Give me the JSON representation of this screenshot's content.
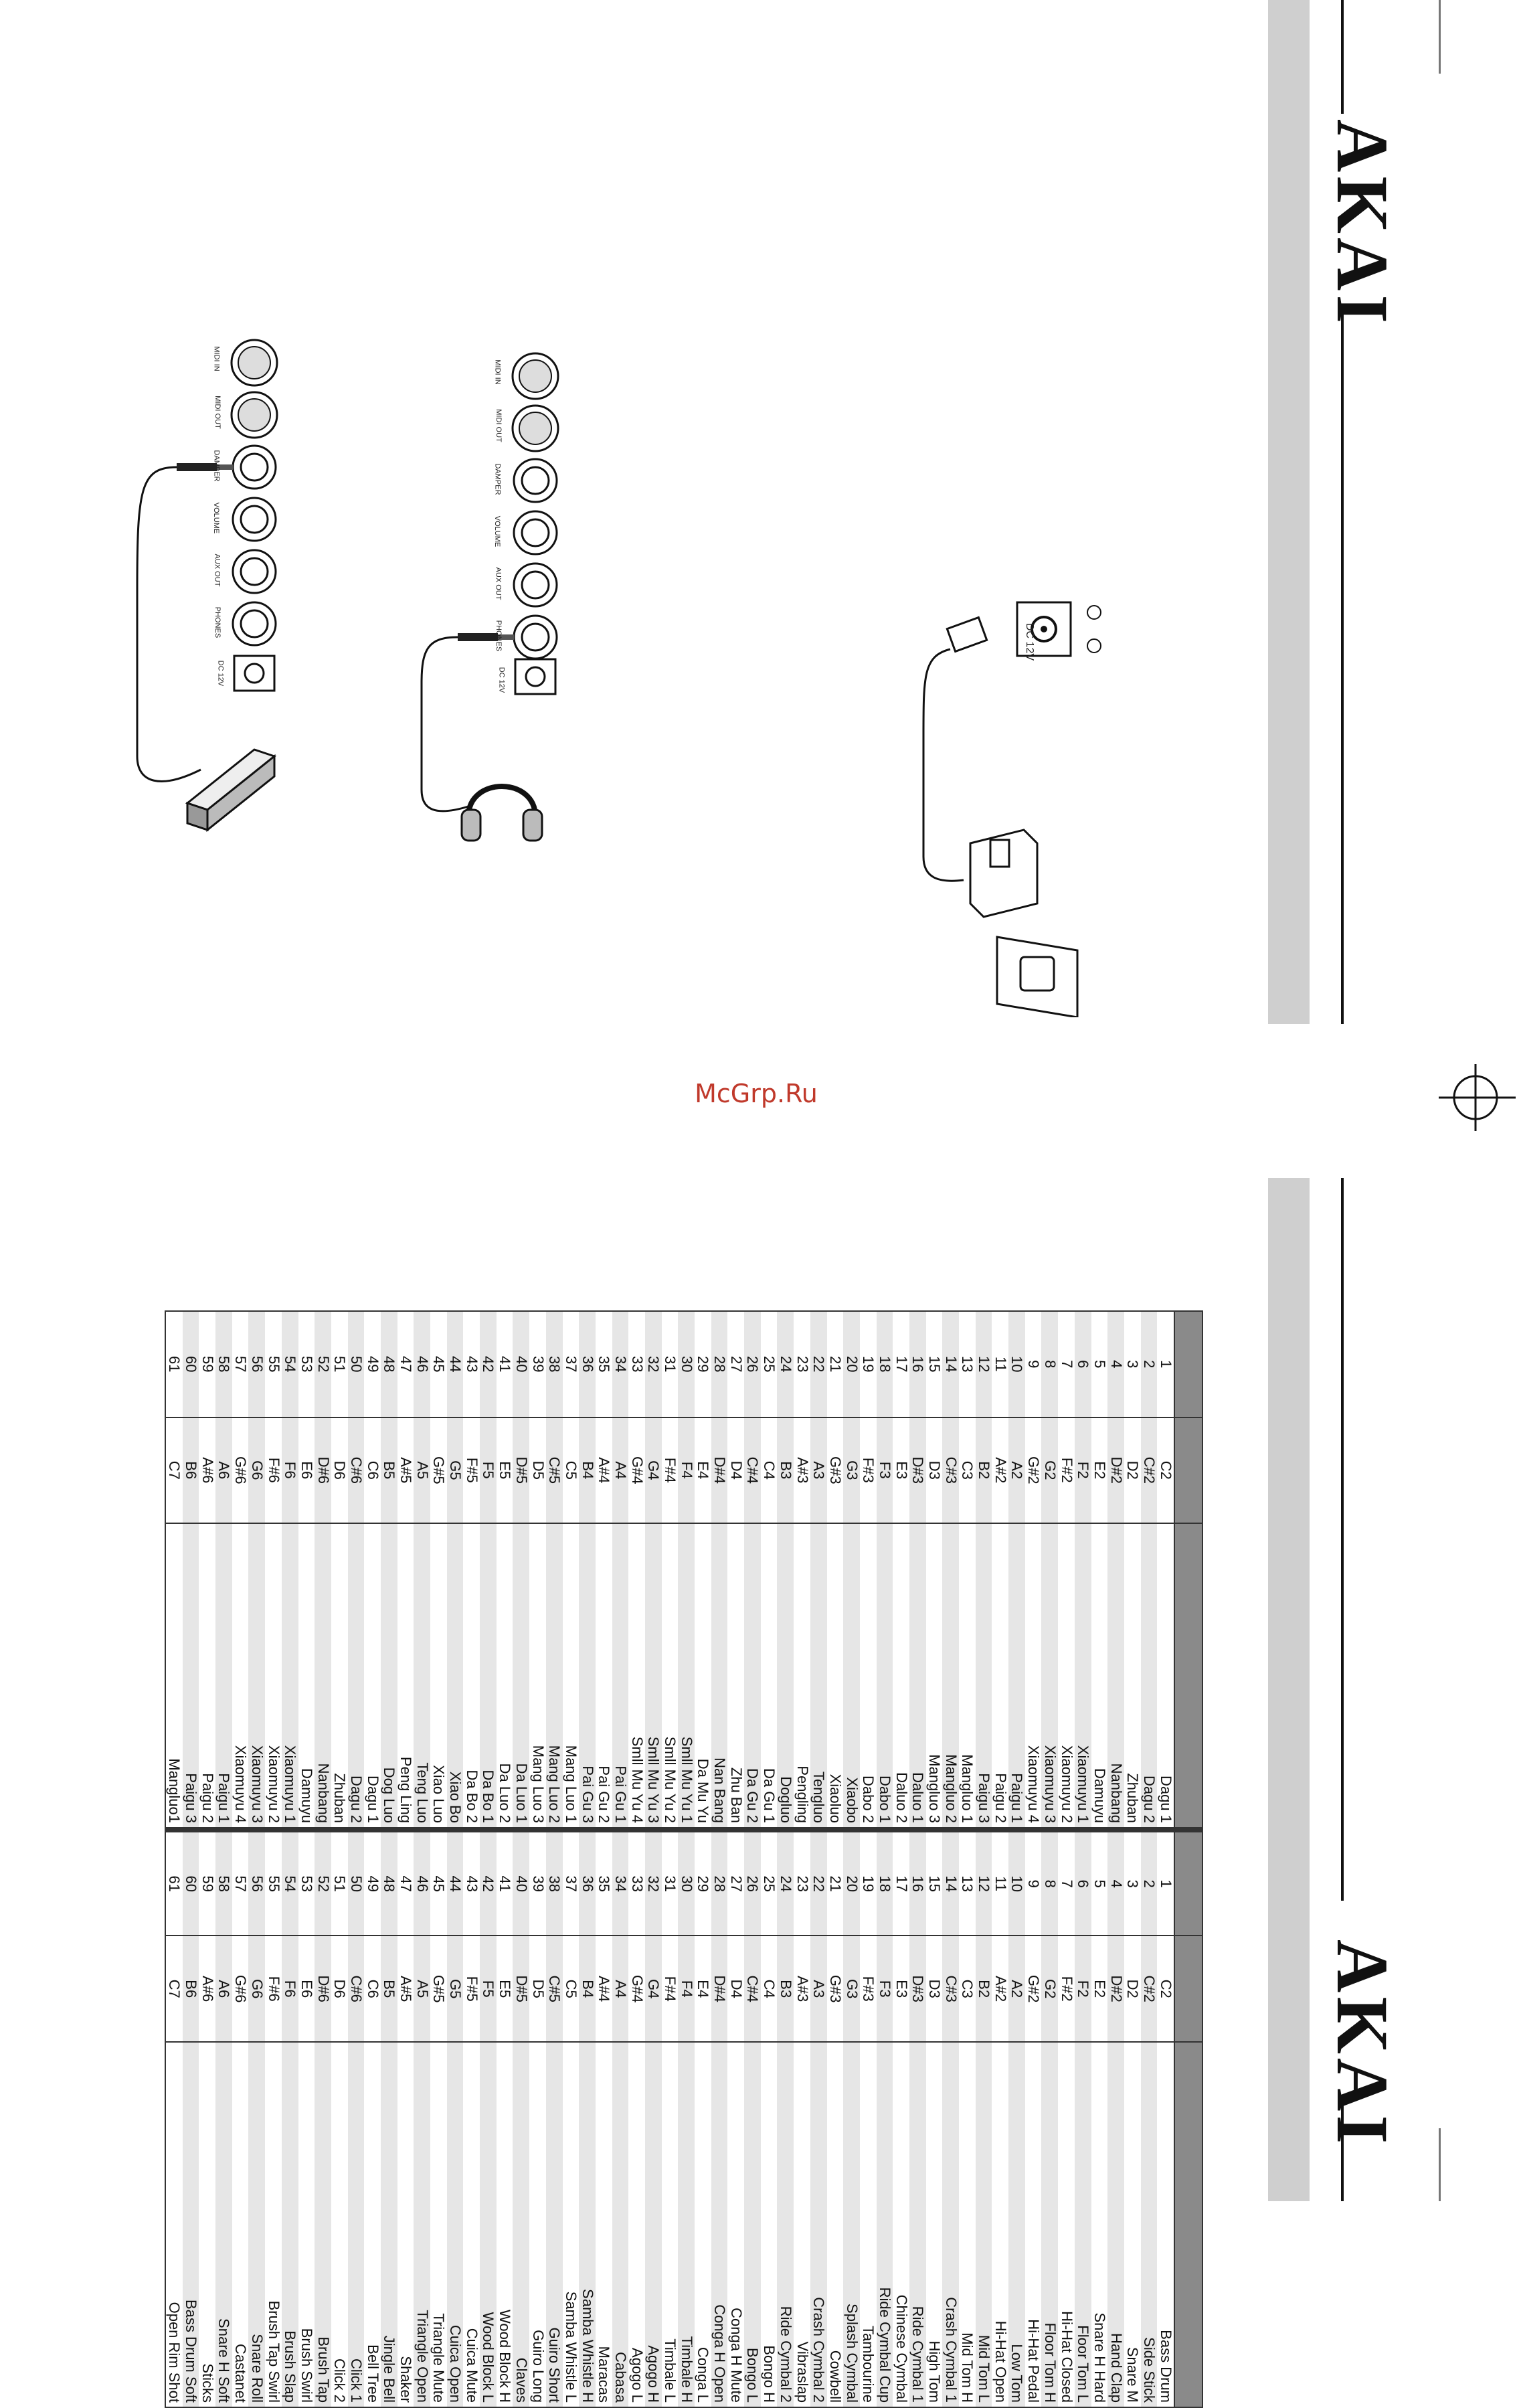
{
  "brand": {
    "name": "AKAI"
  },
  "watermark": "McGrp.Ru",
  "panel_labels": [
    "MIDI IN",
    "MIDI OUT",
    "DAMPER",
    "VOLUME",
    "AUX OUT",
    "PHONES",
    "DC 12V"
  ],
  "power_label": "DC 12V",
  "table": {
    "rows": [
      {
        "n": "1",
        "note": "C2",
        "cn": "Dagu 1",
        "gm": "Bass Drum"
      },
      {
        "n": "2",
        "note": "C#2",
        "cn": "Dagu 2",
        "gm": "Side Stick"
      },
      {
        "n": "3",
        "note": "D2",
        "cn": "Zhuban",
        "gm": "Snare M"
      },
      {
        "n": "4",
        "note": "D#2",
        "cn": "Nanbang",
        "gm": "Hand Clap"
      },
      {
        "n": "5",
        "note": "E2",
        "cn": "Damuyu",
        "gm": "Snare H Hard"
      },
      {
        "n": "6",
        "note": "F2",
        "cn": "Xiaomuyu 1",
        "gm": "Floor Tom L"
      },
      {
        "n": "7",
        "note": "F#2",
        "cn": "Xiaomuyu 2",
        "gm": "Hi-Hat Closed"
      },
      {
        "n": "8",
        "note": "G2",
        "cn": "Xiaomuyu 3",
        "gm": "Floor Tom H"
      },
      {
        "n": "9",
        "note": "G#2",
        "cn": "Xiaomuyu 4",
        "gm": "Hi-Hat Pedal"
      },
      {
        "n": "10",
        "note": "A2",
        "cn": "Paigu 1",
        "gm": "Low Tom"
      },
      {
        "n": "11",
        "note": "A#2",
        "cn": "Paigu 2",
        "gm": "Hi-Hat Open"
      },
      {
        "n": "12",
        "note": "B2",
        "cn": "Paigu 3",
        "gm": "Mid Tom L"
      },
      {
        "n": "13",
        "note": "C3",
        "cn": "Mangluo 1",
        "gm": "Mid Tom H"
      },
      {
        "n": "14",
        "note": "C#3",
        "cn": "Mangluo 2",
        "gm": "Crash Cymbal 1"
      },
      {
        "n": "15",
        "note": "D3",
        "cn": "Mangluo 3",
        "gm": "High Tom"
      },
      {
        "n": "16",
        "note": "D#3",
        "cn": "Daluo 1",
        "gm": "Ride Cymbal 1"
      },
      {
        "n": "17",
        "note": "E3",
        "cn": "Daluo 2",
        "gm": "Chinese Cymbal"
      },
      {
        "n": "18",
        "note": "F3",
        "cn": "Dabo 1",
        "gm": "Ride Cymbal Cup"
      },
      {
        "n": "19",
        "note": "F#3",
        "cn": "Dabo 2",
        "gm": "Tambourine"
      },
      {
        "n": "20",
        "note": "G3",
        "cn": "Xiaobo",
        "gm": "Splash Cymbal"
      },
      {
        "n": "21",
        "note": "G#3",
        "cn": "Xiaoluo",
        "gm": "Cowbell"
      },
      {
        "n": "22",
        "note": "A3",
        "cn": "Tengluo",
        "gm": "Crash Cymbal 2"
      },
      {
        "n": "23",
        "note": "A#3",
        "cn": "Pengling",
        "gm": "Vibraslap"
      },
      {
        "n": "24",
        "note": "B3",
        "cn": "Dogluo",
        "gm": "Ride Cymbal 2"
      },
      {
        "n": "25",
        "note": "C4",
        "cn": "Da Gu 1",
        "gm": "Bongo H"
      },
      {
        "n": "26",
        "note": "C#4",
        "cn": "Da Gu 2",
        "gm": "Bongo L"
      },
      {
        "n": "27",
        "note": "D4",
        "cn": "Zhu Ban",
        "gm": "Conga H Mute"
      },
      {
        "n": "28",
        "note": "D#4",
        "cn": "Nan Bang",
        "gm": "Conga H Open"
      },
      {
        "n": "29",
        "note": "E4",
        "cn": "Da Mu Yu",
        "gm": "Conga L"
      },
      {
        "n": "30",
        "note": "F4",
        "cn": "Smll Mu Yu 1",
        "gm": "Timbale H"
      },
      {
        "n": "31",
        "note": "F#4",
        "cn": "Smll Mu Yu 2",
        "gm": "Timbale L"
      },
      {
        "n": "32",
        "note": "G4",
        "cn": "Smll Mu Yu 3",
        "gm": "Agogo H"
      },
      {
        "n": "33",
        "note": "G#4",
        "cn": "Smll Mu Yu 4",
        "gm": "Agogo L"
      },
      {
        "n": "34",
        "note": "A4",
        "cn": "Pai Gu 1",
        "gm": "Cabasa"
      },
      {
        "n": "35",
        "note": "A#4",
        "cn": "Pai Gu 2",
        "gm": "Maracas"
      },
      {
        "n": "36",
        "note": "B4",
        "cn": "Pai Gu 3",
        "gm": "Samba Whistle H"
      },
      {
        "n": "37",
        "note": "C5",
        "cn": "Mang Luo 1",
        "gm": "Samba Whistle L"
      },
      {
        "n": "38",
        "note": "C#5",
        "cn": "Mang Luo 2",
        "gm": "Guiro Short"
      },
      {
        "n": "39",
        "note": "D5",
        "cn": "Mang Luo 3",
        "gm": "Guiro Long"
      },
      {
        "n": "40",
        "note": "D#5",
        "cn": "Da Luo 1",
        "gm": "Claves"
      },
      {
        "n": "41",
        "note": "E5",
        "cn": "Da Luo 2",
        "gm": "Wood Block H"
      },
      {
        "n": "42",
        "note": "F5",
        "cn": "Da Bo 1",
        "gm": "Wood Block L"
      },
      {
        "n": "43",
        "note": "F#5",
        "cn": "Da Bo 2",
        "gm": "Cuica Mute"
      },
      {
        "n": "44",
        "note": "G5",
        "cn": "Xiao Bo",
        "gm": "Cuica Open"
      },
      {
        "n": "45",
        "note": "G#5",
        "cn": "Xiao Luo",
        "gm": "Triangle Mute"
      },
      {
        "n": "46",
        "note": "A5",
        "cn": "Teng Luo",
        "gm": "Triangle Open"
      },
      {
        "n": "47",
        "note": "A#5",
        "cn": "Peng Ling",
        "gm": "Shaker"
      },
      {
        "n": "48",
        "note": "B5",
        "cn": "Dog Luo",
        "gm": "Jingle Bell"
      },
      {
        "n": "49",
        "note": "C6",
        "cn": "Dagu 1",
        "gm": "Bell Tree"
      },
      {
        "n": "50",
        "note": "C#6",
        "cn": "Dagu 2",
        "gm": "Click 1"
      },
      {
        "n": "51",
        "note": "D6",
        "cn": "Zhuban",
        "gm": "Click 2"
      },
      {
        "n": "52",
        "note": "D#6",
        "cn": "Nanbang",
        "gm": "Brush Tap"
      },
      {
        "n": "53",
        "note": "E6",
        "cn": "Damuyu",
        "gm": "Brush Swirl"
      },
      {
        "n": "54",
        "note": "F6",
        "cn": "Xiaomuyu 1",
        "gm": "Brush Slap"
      },
      {
        "n": "55",
        "note": "F#6",
        "cn": "Xiaomuyu 2",
        "gm": "Brush Tap Swirl"
      },
      {
        "n": "56",
        "note": "G6",
        "cn": "Xiaomuyu 3",
        "gm": "Snare Roll"
      },
      {
        "n": "57",
        "note": "G#6",
        "cn": "Xiaomuyu 4",
        "gm": "Castanet"
      },
      {
        "n": "58",
        "note": "A6",
        "cn": "Paigu 1",
        "gm": "Snare H Soft"
      },
      {
        "n": "59",
        "note": "A#6",
        "cn": "Paigu 2",
        "gm": "Sticks"
      },
      {
        "n": "60",
        "note": "B6",
        "cn": "Paigu 3",
        "gm": "Bass Drum Soft"
      },
      {
        "n": "61",
        "note": "C7",
        "cn": "Mangluo1",
        "gm": "Open Rim Shot"
      }
    ]
  }
}
